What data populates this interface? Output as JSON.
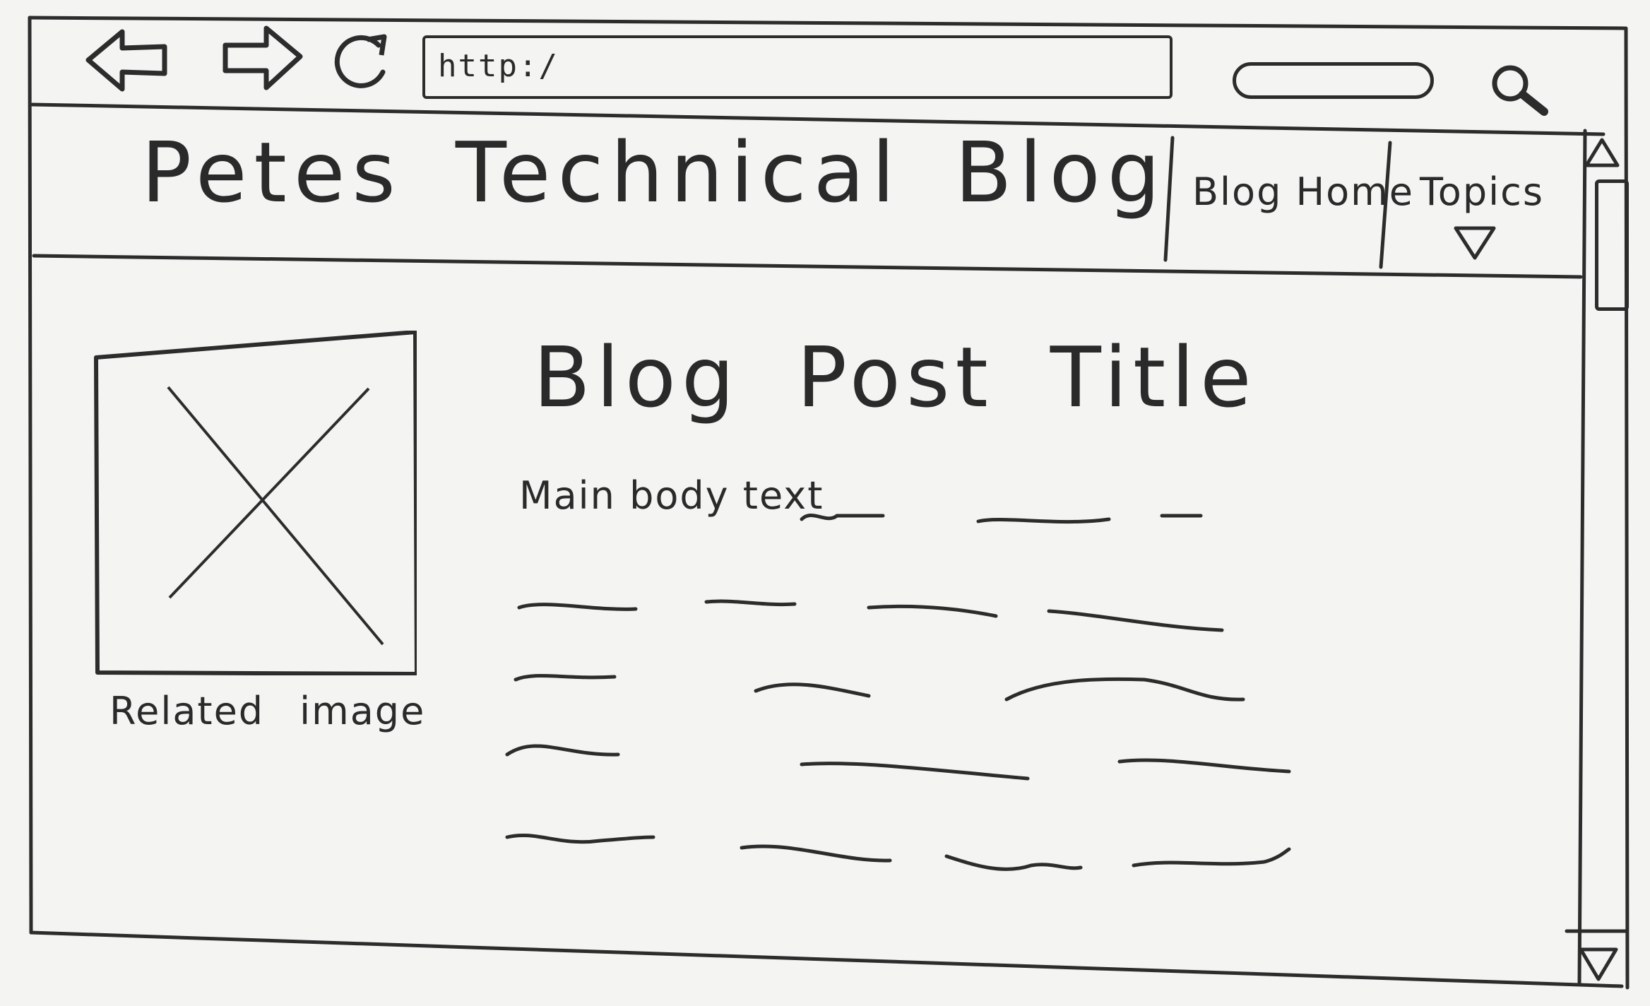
{
  "browser": {
    "url": "http:/"
  },
  "site": {
    "title_words": [
      "Petes",
      "Technical",
      "Blog"
    ],
    "nav": [
      {
        "label": "Blog Home"
      },
      {
        "label": "Topics"
      }
    ]
  },
  "post": {
    "title_words": [
      "Blog",
      "Post",
      "Title"
    ],
    "body_lead": "Main body text"
  },
  "image": {
    "caption_words": [
      "Related",
      "image"
    ]
  },
  "icons": {
    "back": "arrow-left-icon",
    "forward": "arrow-right-icon",
    "refresh": "refresh-icon",
    "search": "magnifier-icon",
    "dropdown": "triangle-down-icon",
    "scroll_up": "triangle-up-icon",
    "scroll_down": "triangle-down-icon"
  },
  "colors": {
    "ink": "#2c2c2c",
    "paper": "#f4f4f2"
  }
}
